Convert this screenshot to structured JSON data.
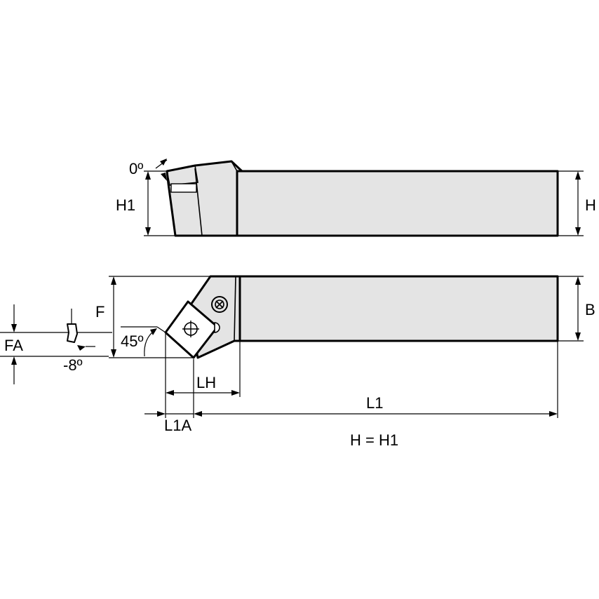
{
  "labels": {
    "angle_top": "0º",
    "h1": "H1",
    "h": "H",
    "f": "F",
    "b": "B",
    "fa": "FA",
    "angle_side": "45º",
    "angle_neg": "-8º",
    "lh": "LH",
    "l1": "L1",
    "l1a": "L1A",
    "equation": "H = H1"
  },
  "colors": {
    "body": "#e4e4e4",
    "line": "#000000",
    "background": "#ffffff"
  },
  "icons": {
    "insert_screw": "circle-cross-icon",
    "clamp_screw": "circle-x-icon"
  }
}
